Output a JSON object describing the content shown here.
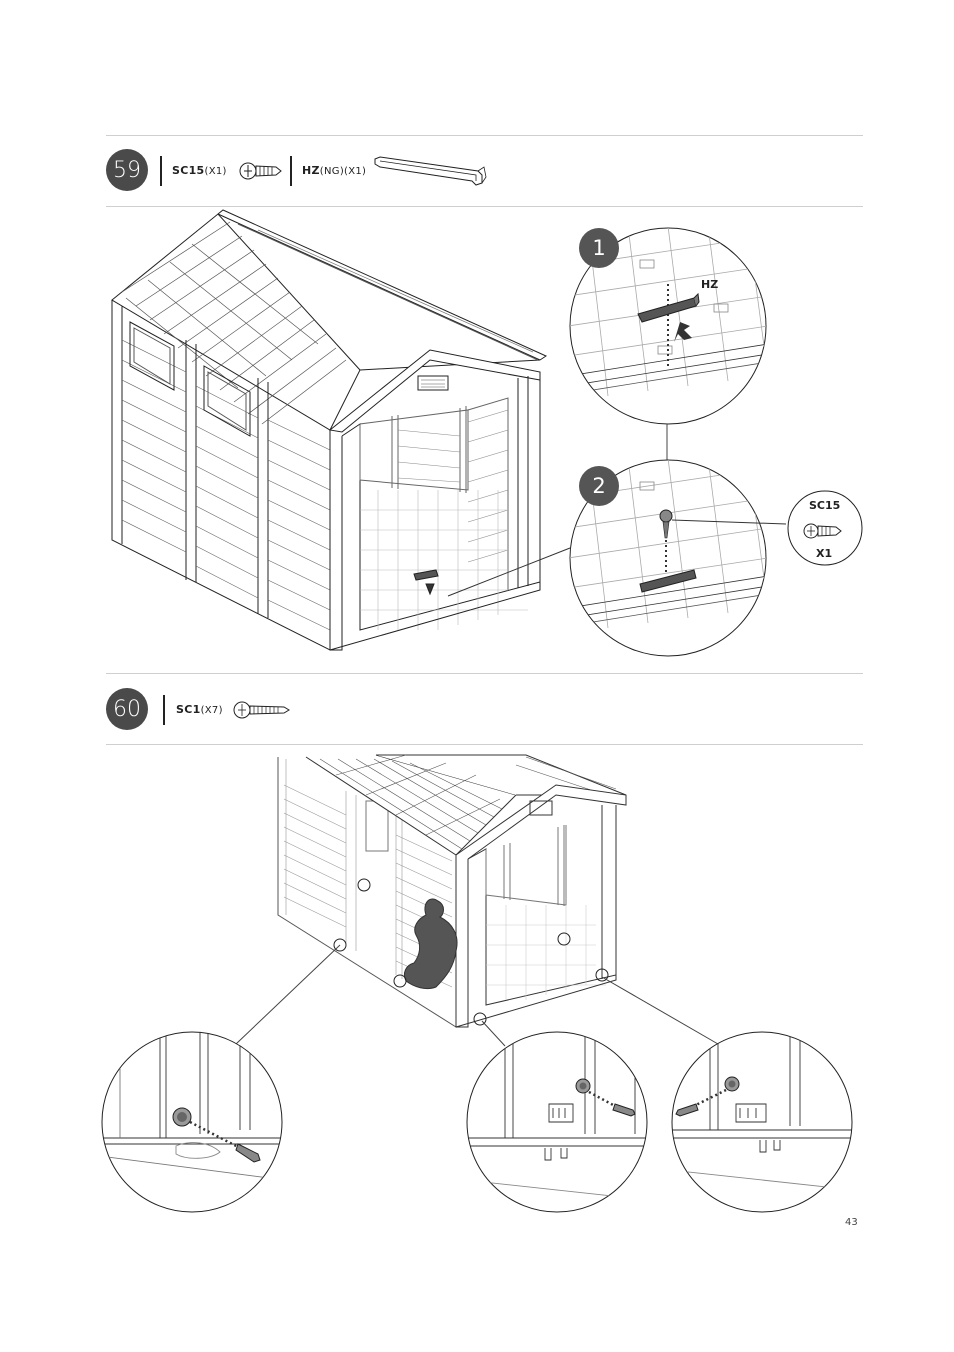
{
  "page_number": "43",
  "steps": [
    {
      "number": "59",
      "parts": [
        {
          "code": "SC15",
          "qty": "(X1)"
        },
        {
          "code": "HZ",
          "variant": "(NG)",
          "qty": "(X1)"
        }
      ],
      "callouts": [
        {
          "number": "1",
          "label": "HZ"
        },
        {
          "number": "2"
        }
      ],
      "screw_callout": {
        "code": "SC15",
        "qty": "X1"
      }
    },
    {
      "number": "60",
      "parts": [
        {
          "code": "SC1",
          "qty": "(X7)"
        }
      ]
    }
  ],
  "colors": {
    "badge": "#4a4a4a",
    "line": "#222222",
    "rule": "#cfcfcf"
  }
}
